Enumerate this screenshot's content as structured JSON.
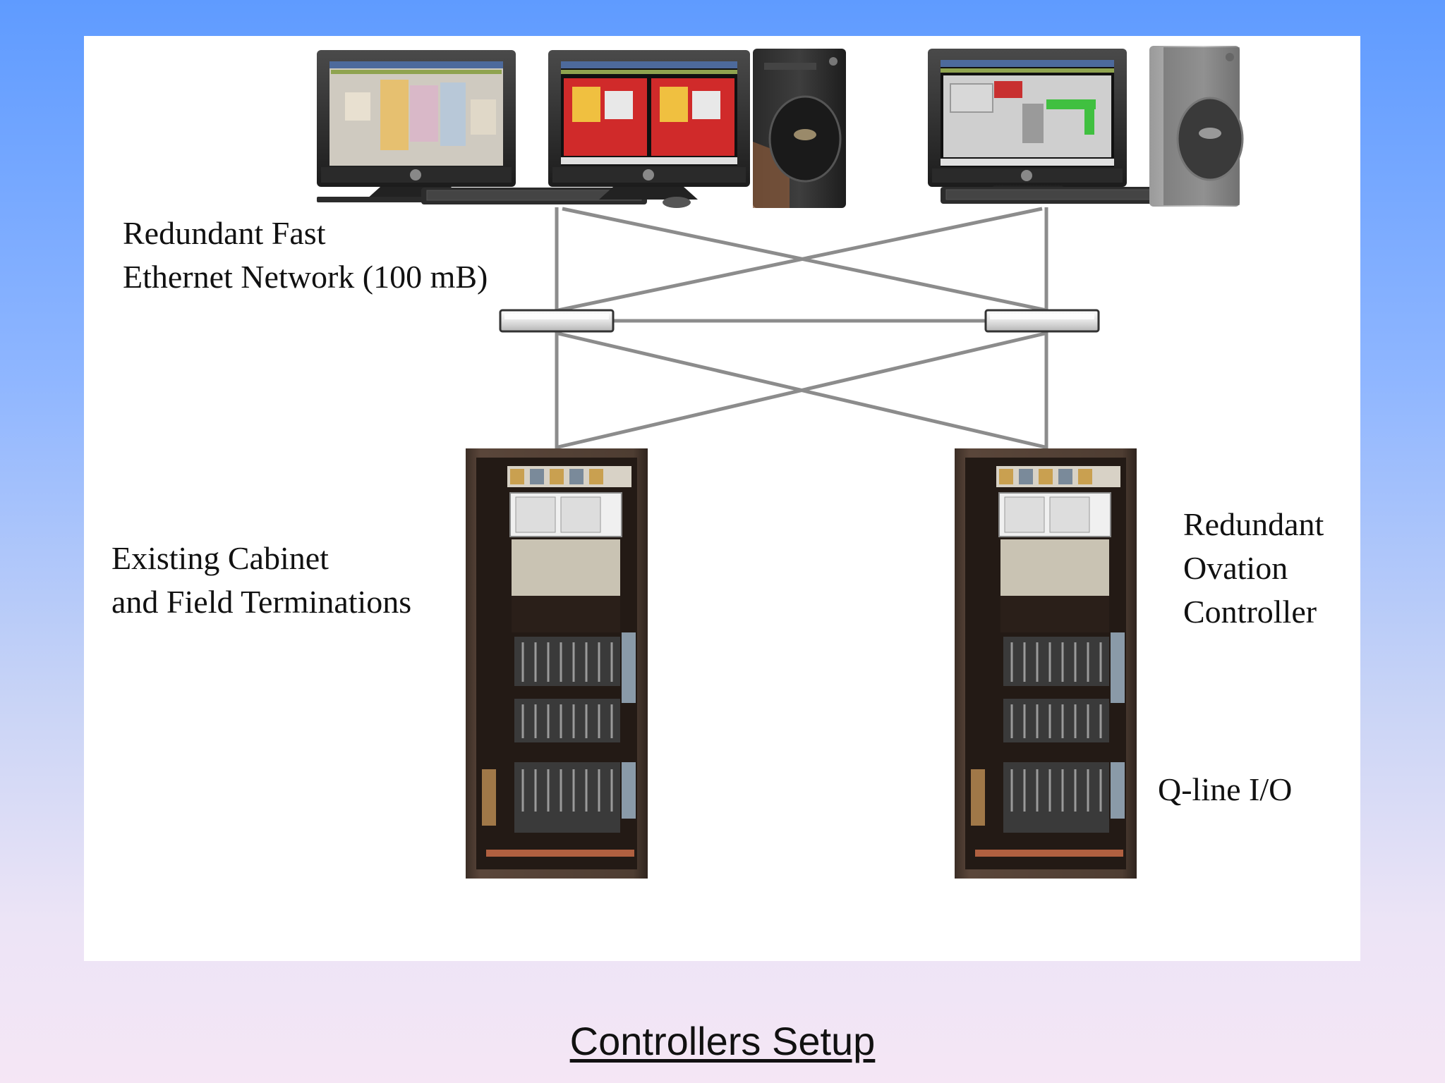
{
  "labels": {
    "network": [
      "Redundant Fast",
      "Ethernet Network (100 mB)"
    ],
    "cabinet": [
      "Existing Cabinet",
      "and Field Terminations"
    ],
    "controller": [
      "Redundant",
      "Ovation",
      "Controller"
    ],
    "io": "Q-line I/O"
  },
  "title": "Controllers Setup"
}
